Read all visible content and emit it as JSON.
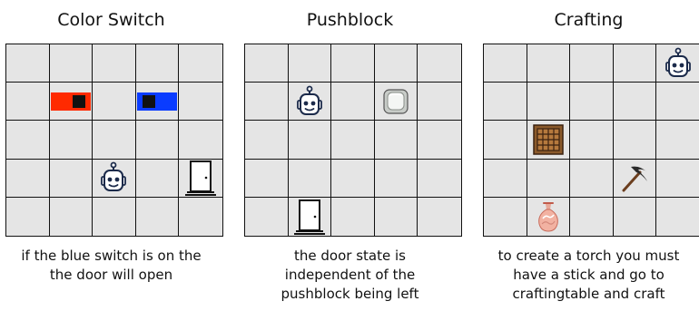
{
  "panels": [
    {
      "title": "Color Switch",
      "caption": [
        "if the blue switch is on the",
        "the door will open"
      ],
      "items": [
        {
          "type": "switch-red-icon",
          "row": 1,
          "col": 1,
          "color": "#ff2a00"
        },
        {
          "type": "switch-blue-icon",
          "row": 1,
          "col": 3,
          "color": "#0a3cff"
        },
        {
          "type": "robot-icon",
          "row": 3,
          "col": 2
        },
        {
          "type": "door-icon",
          "row": 3,
          "col": 4
        }
      ]
    },
    {
      "title": "Pushblock",
      "caption": [
        "the door state is",
        "independent of the",
        "pushblock being left"
      ],
      "items": [
        {
          "type": "robot-icon",
          "row": 1,
          "col": 1
        },
        {
          "type": "pushblock-icon",
          "row": 1,
          "col": 3
        },
        {
          "type": "door-icon",
          "row": 4,
          "col": 1
        }
      ]
    },
    {
      "title": "Crafting",
      "caption": [
        "to create a torch you must",
        "have a stick and go to",
        "craftingtable and craft"
      ],
      "items": [
        {
          "type": "robot-icon",
          "row": 0,
          "col": 4
        },
        {
          "type": "crafting-table-icon",
          "row": 2,
          "col": 1
        },
        {
          "type": "pickaxe-icon",
          "row": 3,
          "col": 3
        },
        {
          "type": "bag-icon",
          "row": 4,
          "col": 1
        }
      ]
    }
  ]
}
